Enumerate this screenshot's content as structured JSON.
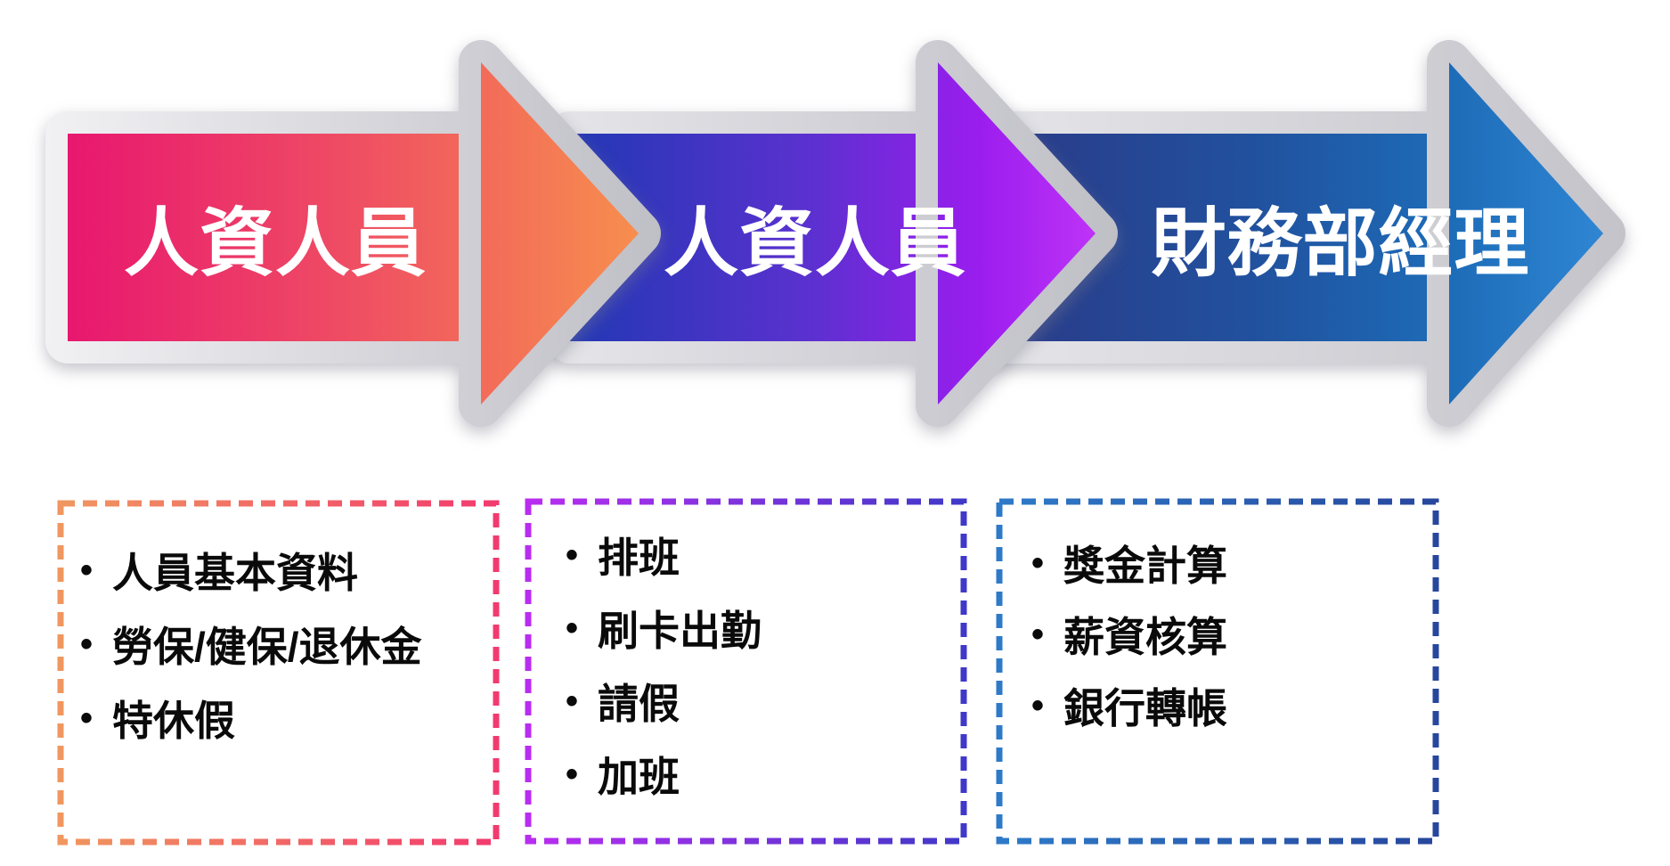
{
  "bullet_glyph": "•",
  "arrows": [
    {
      "label": "人資人員",
      "gradient": [
        "#E8176F",
        "#F78E4E"
      ]
    },
    {
      "label": "人資人員",
      "gradient": [
        "#2238B4",
        "#BE33F7"
      ]
    },
    {
      "label": "財務部經理",
      "gradient": [
        "#2A3A88",
        "#2F86D3"
      ]
    }
  ],
  "boxes": [
    {
      "border_gradient": [
        "#F0975F",
        "#F23A6E"
      ],
      "items": [
        "人員基本資料",
        "勞保/健保/退休金",
        "特休假"
      ]
    },
    {
      "border_gradient": [
        "#B92DF0",
        "#4038C8"
      ],
      "items": [
        "排班",
        "刷卡出勤",
        "請假",
        "加班"
      ]
    },
    {
      "border_gradient": [
        "#2E7AC8",
        "#27479D"
      ],
      "items": [
        "獎金計算",
        "薪資核算",
        "銀行轉帳"
      ]
    }
  ],
  "outline_color": "#C9C9CF",
  "background_color": "#FFFFFF",
  "text_color": "#0A0A0A"
}
